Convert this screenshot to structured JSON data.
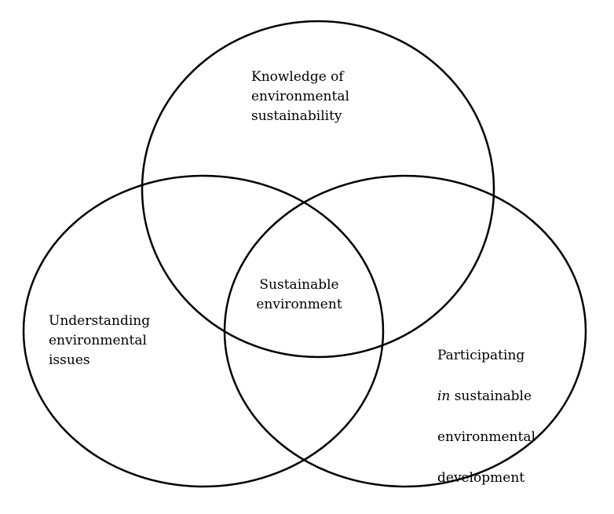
{
  "colors": {
    "stroke": "#000000",
    "background": "#ffffff",
    "text": "#000000"
  },
  "labels": {
    "top": "Knowledge of\nenvironmental\nsustainability",
    "center": "Sustainable\nenvironment",
    "left": "Understanding\nenvironmental\nissues",
    "right": {
      "line1": "Participating",
      "line2_italic": "in",
      "line2_rest": " sustainable",
      "line3": "environmental",
      "line4": "development"
    }
  }
}
